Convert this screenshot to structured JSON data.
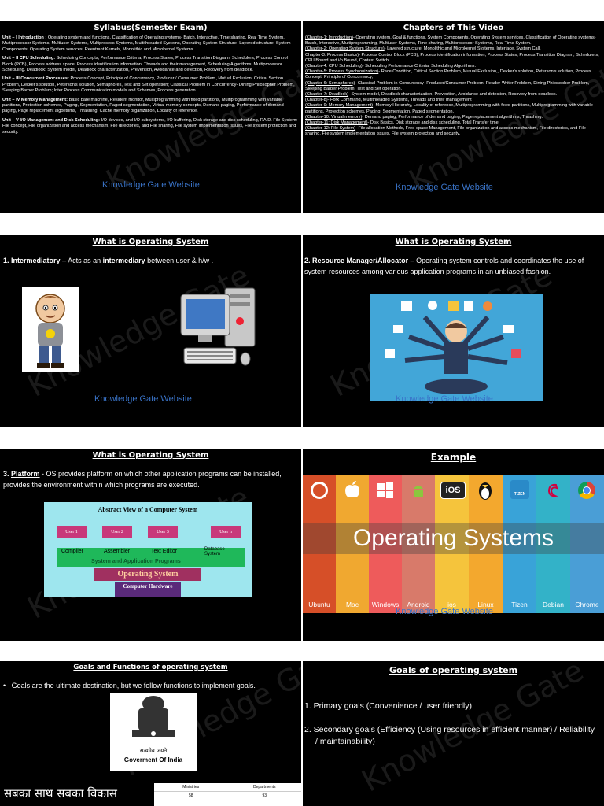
{
  "slides": {
    "syllabus": {
      "title": "Syllabus(Semester Exam)",
      "units": [
        {
          "head": "Unit – I Introduction :",
          "body": "Operating system and functions, Classification of Operating systems- Batch, Interactive, Time sharing, Real Time System, Multiprocessor Systems, Multiuser Systems, Multiprocess Systems, Multithreaded Systems, Operating System Structure- Layered structure, System Components, Operating System services, Reentrant Kernels, Monolithic and Microkernel Systems."
        },
        {
          "head": "Unit – II CPU Scheduling:",
          "body": "Scheduling Concepts, Performance Criteria, Process States, Process Transition Diagram, Schedulers, Process Control Block (PCB), Process address space, Process identification information, Threads and their management, Scheduling Algorithms, Multiprocessor Scheduling. Deadlock: System model, Deadlock characterization, Prevention, Avoidance and detection, Recovery from deadlock."
        },
        {
          "head": "Unit – III Concurrent Processes:",
          "body": "Process Concept, Principle of Concurrency, Producer / Consumer Problem, Mutual Exclusion, Critical Section Problem, Dekker's solution, Peterson's solution, Semaphores, Test and Set operation; Classical Problem in Concurrency- Dining Philosopher Problem, Sleeping Barber Problem; Inter Process Communication models and Schemes, Process generation."
        },
        {
          "head": "Unit – IV Memory Management:",
          "body": "Basic bare machine, Resident monitor, Multiprogramming with fixed partitions, Multiprogramming with variable partitions, Protection schemes, Paging, Segmentation, Paged segmentation, Virtual memory concepts, Demand paging, Performance of demand paging, Page replacement algorithms, Thrashing, Cache memory organization, Locality of reference."
        },
        {
          "head": "Unit – V I/O Management and Disk Scheduling:",
          "body": "I/O devices, and I/O subsystems, I/O buffering, Disk storage and disk scheduling, RAID. File System: File concept, File organization and access mechanism, File directories, and File sharing, File system implementation issues, File system protection and security."
        }
      ],
      "link": "Knowledge Gate Website"
    },
    "chapters": {
      "title": "Chapters of This Video",
      "items": [
        {
          "head": "(Chapter-1: Introduction)",
          "body": "- Operating system, Goal & functions, System Components, Operating System services, Classification of Operating systems- Batch, Interactive, Multiprogramming, Multiuser Systems, Time sharing, Multiprocessor Systems, Real Time System."
        },
        {
          "head": "(Chapter-2: Operating System Structure)",
          "body": "- Layered structure, Monolithic and Microkernel Systems, Interface, System Call."
        },
        {
          "head": "Chapter-3: Process Basics)",
          "body": "- Process Control Block (PCB), Process identification information, Process States, Process Transition Diagram, Schedulers, CPU Bound and i/o Bound, Context Switch."
        },
        {
          "head": "(Chapter-4: CPU Scheduling)",
          "body": "- Scheduling Performance Criteria, Scheduling Algorithms."
        },
        {
          "head": "(Chapter-5: Process Synchronization)",
          "body": "- Race Condition, Critical Section Problem, Mutual Exclusion,, Dekker's solution, Peterson's solution, Process Concept, Principle of Concurrency,"
        },
        {
          "head": "(Chapter-6: Semaphores)",
          "body": "- Classical Problem in Concurrency- Producer/Consumer Problem, Reader-Writer Problem, Dining Philosopher Problem, Sleeping Barber Problem, Test and Set operation."
        },
        {
          "head": "(Chapter-7: Deadlock)",
          "body": "- System model, Deadlock characterization, Prevention, Avoidance and detection, Recovery from deadlock."
        },
        {
          "head": "(Chapter-8)",
          "body": "- Fork Command, Multithreaded Systems, Threads and their management"
        },
        {
          "head": "(Chapter-9: Memory Management)",
          "body": "- Memory Hierarchy, Locality of reference, Multiprogramming with fixed partitions, Multiprogramming with variable partitions, Protection schemes, Paging, Segmentation, Paged segmentation."
        },
        {
          "head": "(Chapter-10: Virtual memory)",
          "body": "- Demand paging, Performance of demand paging, Page replacement algorithms, Thrashing."
        },
        {
          "head": "(Chapter-11: Disk Management)",
          "body": "- Disk Basics, Disk storage and disk scheduling, Total Transfer time."
        },
        {
          "head": "(Chapter-12: File System)",
          "body": "- File allocation Methods, Free-space Management, File organization and access mechanism, File directories, and File sharing, File system implementation issues, File system protection and security."
        }
      ],
      "link": "Knowledge Gate Website"
    },
    "intermediary": {
      "title": "What is Operating System",
      "num": "1.",
      "term": "Intermediatory",
      "text_a": " – Acts as an ",
      "bold": "intermediary",
      "text_b": " between user & h/w .",
      "link": "Knowledge Gate Website"
    },
    "resource": {
      "title": "What is Operating System",
      "num": "2.",
      "term": "Resource Manager/Allocator",
      "text": " – Operating system controls and coordinates the use of system resources among various application programs in an unbiased fashion.",
      "link": "Knowledge Gate Website"
    },
    "platform": {
      "title": "What is Operating System",
      "num": "3.",
      "term": "Platform",
      "text": " - OS provides platform on which other application programs can be installed, provides the environment within which programs are executed.",
      "diagram": {
        "title": "Abstract View of a Computer System",
        "users": [
          "User 1",
          "User 2",
          "User 3",
          "User n"
        ],
        "programs": [
          "Compiler",
          "Assembler",
          "Text Editor",
          "Database System"
        ],
        "apps_label": "System and Application Programs",
        "os_label": "Operating System",
        "hw_label": "Computer Hardware"
      }
    },
    "example": {
      "title": "Example",
      "banner": "Operating Systems",
      "columns": [
        {
          "label": "Ubuntu",
          "color": "#d64f28",
          "icon": "ubuntu-icon"
        },
        {
          "label": "Mac",
          "color": "#f0a830",
          "icon": "apple-icon"
        },
        {
          "label": "Windows",
          "color": "#ee5b5b",
          "icon": "windows-icon"
        },
        {
          "label": "Android",
          "color": "#d87a6a",
          "icon": "android-icon"
        },
        {
          "label": "ios",
          "color": "#f5c43c",
          "icon": "ios-icon"
        },
        {
          "label": "Linux",
          "color": "#f3a82e",
          "icon": "linux-icon"
        },
        {
          "label": "Tizen",
          "color": "#39a3d8",
          "icon": "tizen-icon"
        },
        {
          "label": "Debian",
          "color": "#33b2c8",
          "icon": "debian-icon"
        },
        {
          "label": "Chrome",
          "color": "#4a9ed6",
          "icon": "chrome-icon"
        }
      ],
      "icon_text": {
        "ios": "iOS",
        "tizen": "TIZEN"
      },
      "link": "Knowledge Gate Website"
    },
    "goals_functions": {
      "title": "Goals and Functions of operating system",
      "bullet": "Goals are the ultimate destination, but we follow functions to implement goals.",
      "emblem_caption_hindi": "सत्यमेव जयते",
      "emblem_caption": "Goverment Of India",
      "slogan": "सबका साथ सबका विकास",
      "table_headers": [
        "Ministries",
        "Departments"
      ],
      "table_row": [
        "58",
        "93"
      ]
    },
    "goals": {
      "title": "Goals of operating system",
      "items": [
        "1.  Primary goals (Convenience / user friendly)",
        "2.  Secondary goals (Efficiency (Using resources in efficient manner) / Reliability / maintainability)"
      ]
    }
  },
  "watermark": "Knowledge Gate"
}
